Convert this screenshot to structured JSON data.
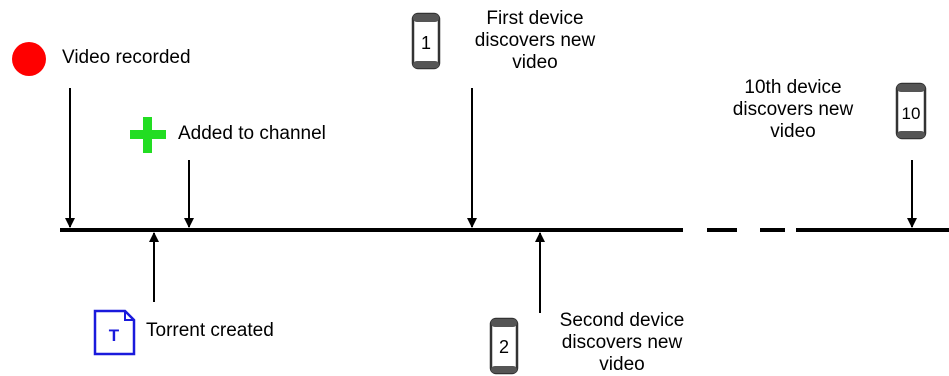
{
  "events": {
    "video_recorded": {
      "label": "Video recorded",
      "marker_color": "#ff0000",
      "marker_icon": "red-dot-icon"
    },
    "added_to_channel": {
      "label": "Added to channel",
      "marker_color": "#22dd22",
      "marker_icon": "plus-icon"
    },
    "torrent_created": {
      "label": "Torrent created",
      "marker_color": "#1a1adc",
      "marker_icon": "torrent-file-icon",
      "icon_letter": "T"
    },
    "first_device": {
      "lines": [
        "First device",
        "discovers new",
        "video"
      ],
      "device_number": "1",
      "marker_icon": "phone-icon"
    },
    "second_device": {
      "lines": [
        "Second device",
        "discovers new",
        "video"
      ],
      "device_number": "2",
      "marker_icon": "phone-icon"
    },
    "tenth_device": {
      "lines": [
        "10th device",
        "discovers new",
        "video"
      ],
      "device_number": "10",
      "marker_icon": "phone-icon"
    }
  },
  "timeline": {
    "color": "#000000",
    "style": "solid-with-dashed-gap"
  }
}
